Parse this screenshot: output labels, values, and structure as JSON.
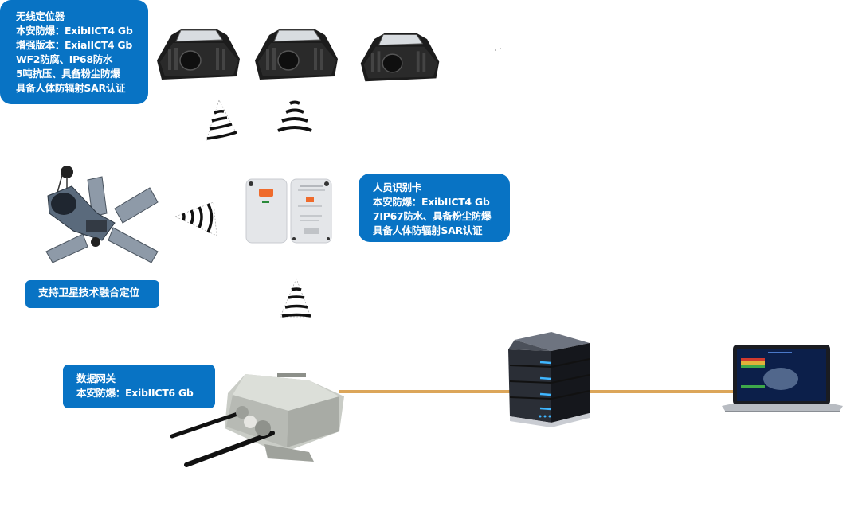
{
  "diagram": {
    "colors": {
      "label_bg": "#0873c4",
      "label_text": "#ffffff",
      "link": "#dca65a"
    },
    "locator_box": {
      "lines": [
        "无线定位器",
        "本安防爆：ExibIICT4 Gb",
        "增强版本：ExiaIICT4 Gb",
        "WF2防腐、IP68防水",
        "5吨抗压、具备粉尘防爆",
        "具备人体防辐射SAR认证"
      ]
    },
    "card_box": {
      "lines": [
        "人员识别卡",
        "本安防爆：ExibIICT4 Gb",
        "7IP67防水、具备粉尘防爆",
        "具备人体防辐射SAR认证"
      ]
    },
    "satellite_box": {
      "label": "支持卫星技术融合定位"
    },
    "gateway_box": {
      "lines": [
        "数据网关",
        "本安防爆：ExibIICT6 Gb"
      ]
    },
    "devices": [
      {
        "id": "locator-1",
        "icon": "wireless-locator-icon"
      },
      {
        "id": "locator-2",
        "icon": "wireless-locator-icon"
      },
      {
        "id": "locator-3",
        "icon": "wireless-locator-icon"
      },
      {
        "id": "satellite",
        "icon": "satellite-icon"
      },
      {
        "id": "id-card-front",
        "icon": "id-card-icon"
      },
      {
        "id": "id-card-back",
        "icon": "id-card-icon"
      },
      {
        "id": "gateway",
        "icon": "gateway-box-icon"
      },
      {
        "id": "server",
        "icon": "server-icon"
      },
      {
        "id": "laptop",
        "icon": "laptop-icon"
      }
    ],
    "signals": [
      "signal-up-1",
      "signal-up-2",
      "signal-right",
      "signal-card-up"
    ],
    "links": [
      "gateway-to-server",
      "server-to-laptop"
    ]
  }
}
